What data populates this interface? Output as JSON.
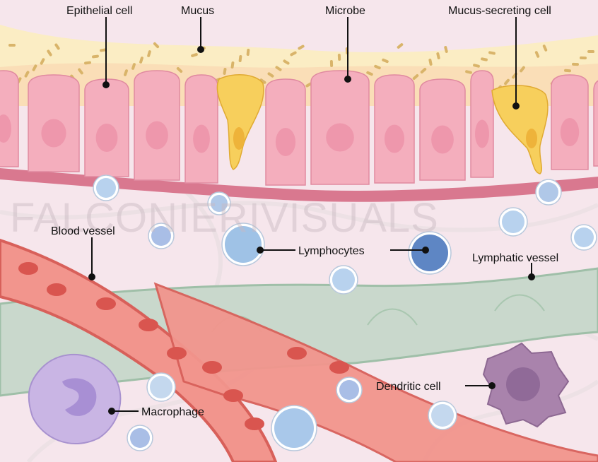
{
  "watermark": "FALCONIERIVISUALS",
  "labels": {
    "epithelial_cell": "Epithelial cell",
    "mucus": "Mucus",
    "microbe": "Microbe",
    "mucus_secreting_cell": "Mucus-secreting cell",
    "blood_vessel": "Blood vessel",
    "lymphocytes": "Lymphocytes",
    "lymphatic_vessel": "Lymphatic vessel",
    "dendritic_cell": "Dendritic cell",
    "macrophage": "Macrophage"
  },
  "colors": {
    "tissue": "#f6e6ec",
    "mucus": "#fbedc4",
    "epithelium": "#f4aebd",
    "goblet": "#f7cf5c",
    "blood_vessel": "#f2958d",
    "red_cell": "#d9554f",
    "lymphatic": "#c9d8cc",
    "lymphocyte": "#9fc2e6",
    "macrophage": "#c9b5e4",
    "dendritic": "#a983ac"
  }
}
